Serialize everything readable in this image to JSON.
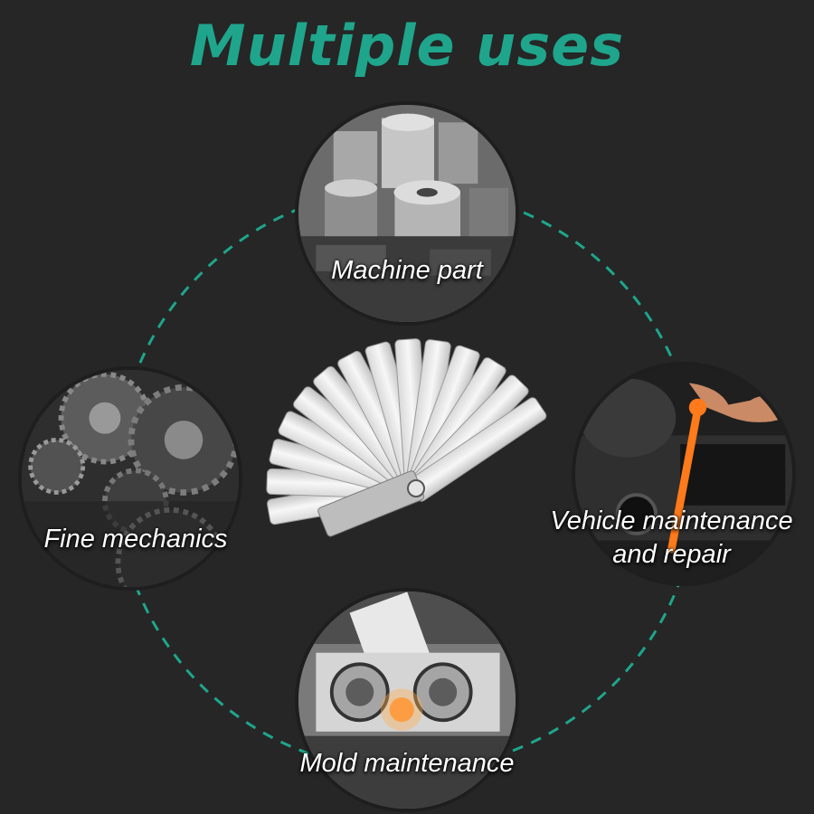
{
  "title": "Multiple uses",
  "uses": {
    "machine_part": "Machine part",
    "fine_mechanics": "Fine mechanics",
    "vehicle_line1": "Vehicle maintenance",
    "vehicle_line2": "and repair",
    "mold_maintenance": "Mold maintenance"
  },
  "colors": {
    "background": "#262626",
    "accent": "#1fa58c",
    "label": "#ffffff"
  }
}
